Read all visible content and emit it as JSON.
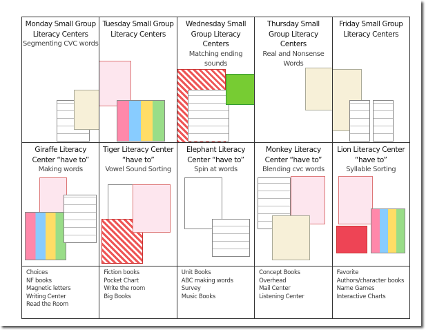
{
  "row1": [
    {
      "title": "Monday Small Group Literacy Centers",
      "sub": "Segmenting CVC words"
    },
    {
      "title": "Tuesday Small Group Literacy Centers",
      "sub": ""
    },
    {
      "title": "Wednesday Small Group Literacy Centers",
      "sub": "Matching ending sounds"
    },
    {
      "title": "Thursday Small Group Literacy Centers",
      "sub": "Real and Nonsense Words"
    },
    {
      "title": "Friday Small Group Literacy Centers",
      "sub": ""
    }
  ],
  "row2": [
    {
      "title": "Giraffe Literacy Center “have to”",
      "sub": "Making words"
    },
    {
      "title": "Tiger Literacy Center “have to”",
      "sub": "Vowel Sound Sorting"
    },
    {
      "title": "Elephant Literacy Center “have to”",
      "sub": "Spin at words"
    },
    {
      "title": "Monkey Literacy Center “have to”",
      "sub": "Blending cvc words"
    },
    {
      "title": "Lion Literacy Center “have to”",
      "sub": "Syllable Sorting"
    }
  ],
  "row3": [
    [
      "Choices",
      "NF books",
      "Magnetic letters",
      "Writing Center",
      "Read the Room"
    ],
    [
      "Fiction books",
      "Pocket Chart",
      "Write the room",
      "Big Books"
    ],
    [
      "Unit Books",
      "ABC making words",
      "Survey",
      "Music Books"
    ],
    [
      "Concept Books",
      "Overhead",
      "Mail Center",
      "Listening Center"
    ],
    [
      "Favorite",
      "Authors/character books",
      "Name Games",
      "Interactive Charts"
    ]
  ]
}
